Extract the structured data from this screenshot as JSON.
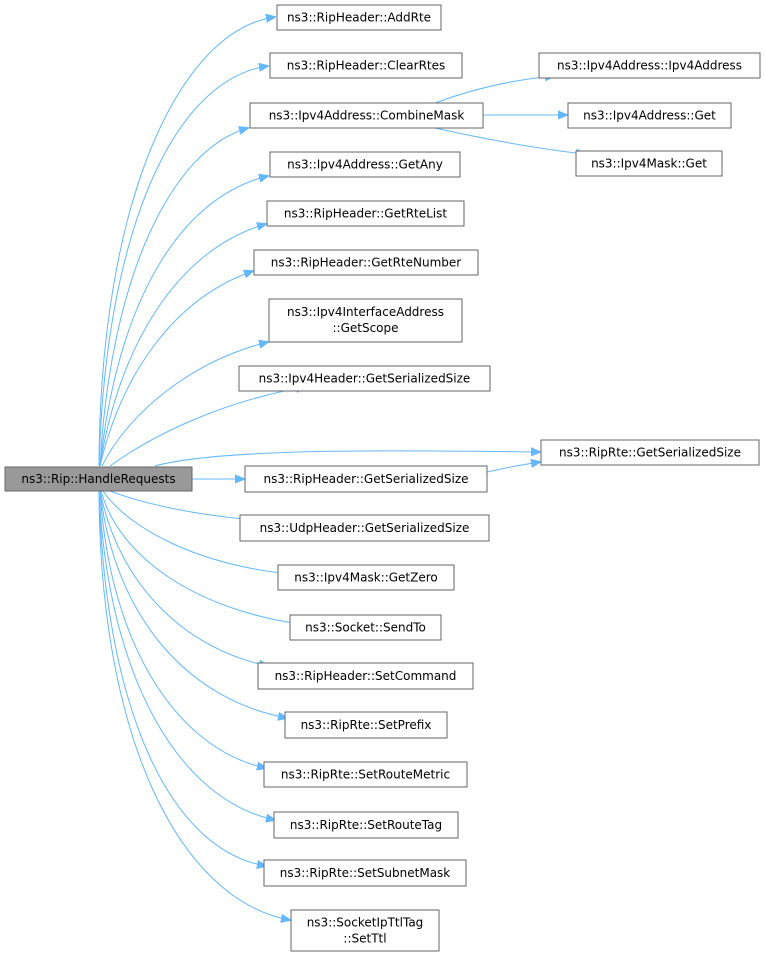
{
  "graph": {
    "root": "ns3::Rip::HandleRequests",
    "nodes": {
      "root": [
        "ns3::Rip::HandleRequests"
      ],
      "addrte": [
        "ns3::RipHeader::AddRte"
      ],
      "clearrtes": [
        "ns3::RipHeader::ClearRtes"
      ],
      "combinemask": [
        "ns3::Ipv4Address::CombineMask"
      ],
      "ipv4addr": [
        "ns3::Ipv4Address::Ipv4Address"
      ],
      "ipv4addrget": [
        "ns3::Ipv4Address::Get"
      ],
      "maskget": [
        "ns3::Ipv4Mask::Get"
      ],
      "getany": [
        "ns3::Ipv4Address::GetAny"
      ],
      "getrtelist": [
        "ns3::RipHeader::GetRteList"
      ],
      "getrtenumber": [
        "ns3::RipHeader::GetRteNumber"
      ],
      "getscope": [
        "ns3::Ipv4InterfaceAddress",
        "::GetScope"
      ],
      "ipv4hdrsize": [
        "ns3::Ipv4Header::GetSerializedSize"
      ],
      "riprtesize": [
        "ns3::RipRte::GetSerializedSize"
      ],
      "riphdrsize": [
        "ns3::RipHeader::GetSerializedSize"
      ],
      "udphdrsize": [
        "ns3::UdpHeader::GetSerializedSize"
      ],
      "getzero": [
        "ns3::Ipv4Mask::GetZero"
      ],
      "sendto": [
        "ns3::Socket::SendTo"
      ],
      "setcommand": [
        "ns3::RipHeader::SetCommand"
      ],
      "setprefix": [
        "ns3::RipRte::SetPrefix"
      ],
      "setroutemetric": [
        "ns3::RipRte::SetRouteMetric"
      ],
      "setroutetag": [
        "ns3::RipRte::SetRouteTag"
      ],
      "setsubnetmask": [
        "ns3::RipRte::SetSubnetMask"
      ],
      "setttl": [
        "ns3::SocketIpTtlTag",
        "::SetTtl"
      ]
    },
    "edges": [
      [
        "root",
        "addrte"
      ],
      [
        "root",
        "clearrtes"
      ],
      [
        "root",
        "combinemask"
      ],
      [
        "root",
        "getany"
      ],
      [
        "root",
        "getrtelist"
      ],
      [
        "root",
        "getrtenumber"
      ],
      [
        "root",
        "getscope"
      ],
      [
        "root",
        "ipv4hdrsize"
      ],
      [
        "root",
        "riprtesize"
      ],
      [
        "root",
        "riphdrsize"
      ],
      [
        "root",
        "udphdrsize"
      ],
      [
        "root",
        "getzero"
      ],
      [
        "root",
        "sendto"
      ],
      [
        "root",
        "setcommand"
      ],
      [
        "root",
        "setprefix"
      ],
      [
        "root",
        "setroutemetric"
      ],
      [
        "root",
        "setroutetag"
      ],
      [
        "root",
        "setsubnetmask"
      ],
      [
        "root",
        "setttl"
      ],
      [
        "combinemask",
        "ipv4addr"
      ],
      [
        "combinemask",
        "ipv4addrget"
      ],
      [
        "combinemask",
        "maskget"
      ],
      [
        "riphdrsize",
        "riprtesize"
      ]
    ],
    "colors": {
      "edge": "#63b8ff",
      "root_fill": "#999999",
      "node_fill": "#ffffff",
      "node_border": "#666666"
    }
  }
}
